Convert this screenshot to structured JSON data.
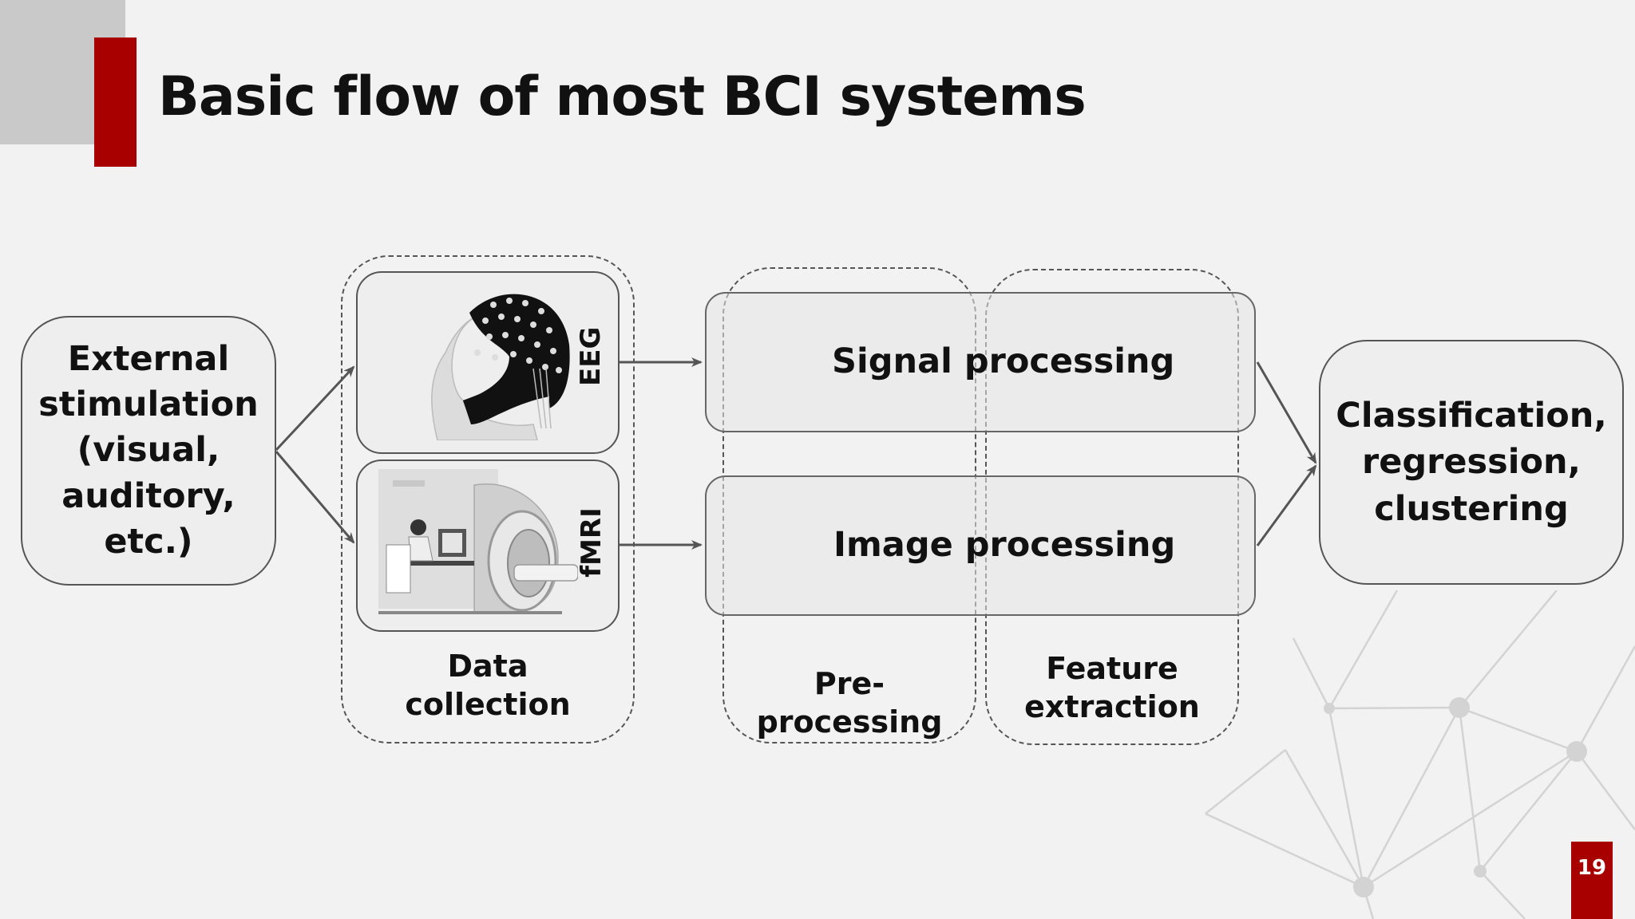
{
  "title": "Basic flow of most BCI systems",
  "stimulation": {
    "lines": [
      "External",
      "stimulation",
      "(visual,",
      "auditory,",
      "etc.)"
    ]
  },
  "data_collection": {
    "label_line1": "Data",
    "label_line2": "collection",
    "eeg_label": "EEG",
    "fmri_label": "fMRI"
  },
  "processing": {
    "signal": "Signal processing",
    "image": "Image processing"
  },
  "stages": {
    "preprocessing": "Pre-processing",
    "feature_line1": "Feature",
    "feature_line2": "extraction"
  },
  "output": {
    "lines": [
      "Classification,",
      "regression,",
      "clustering"
    ]
  },
  "page_number": "19",
  "colors": {
    "accent": "#a80000",
    "corner": "#c9c9c9",
    "background": "#f3f2f2"
  }
}
